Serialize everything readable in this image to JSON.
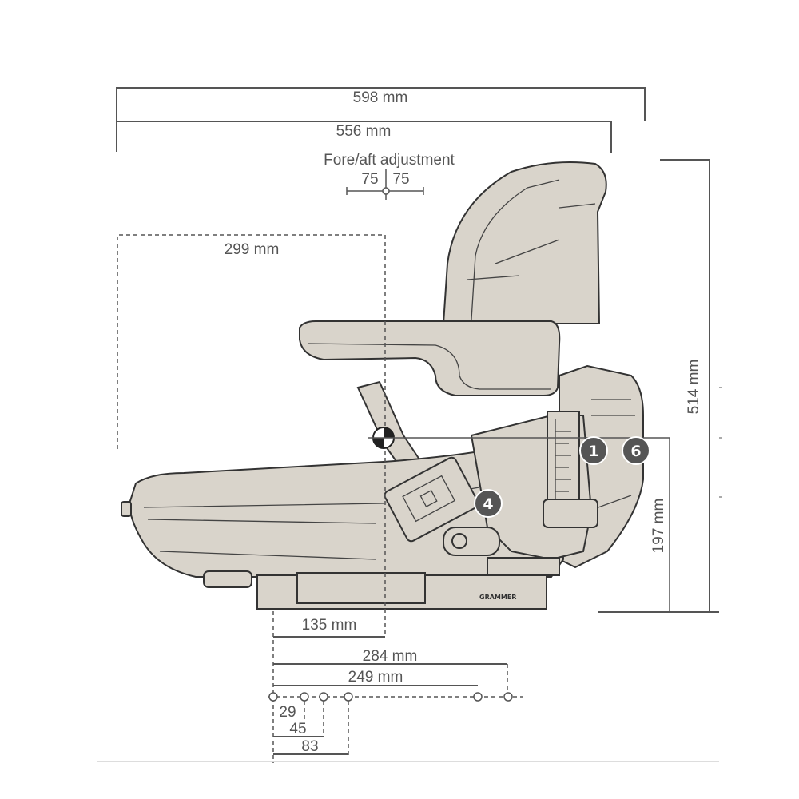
{
  "dimensions": {
    "overall_length": "598 mm",
    "seat_length": "556 mm",
    "fore_aft_title": "Fore/aft adjustment",
    "fore_aft_back": "75",
    "fore_aft_forward": "75",
    "sip_depth": "299 mm",
    "overall_height": "514 mm",
    "sip_height": "197 mm",
    "mount_to_sip": "135 mm",
    "hole_284": "284 mm",
    "hole_249": "249 mm",
    "hole_29": "29",
    "hole_45": "45",
    "hole_83": "83"
  },
  "callouts": [
    "1",
    "6",
    "4"
  ],
  "brand": "GRAMMER",
  "colors": {
    "seat_fill": "#d9d4cb",
    "line": "#555555",
    "callout": "#555555"
  }
}
